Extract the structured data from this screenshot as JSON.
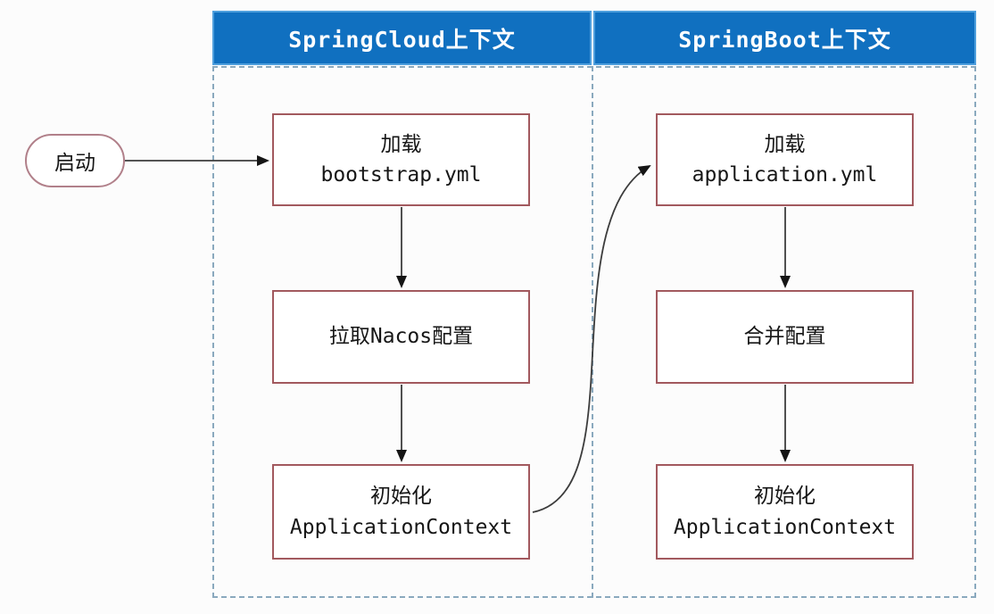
{
  "diagram": {
    "title": "SpringCloud / SpringBoot context startup flow",
    "start_node": {
      "id": "start",
      "label": "启动",
      "shape": "stadium"
    },
    "columns": [
      {
        "id": "springcloud",
        "header": "SpringCloud上下文",
        "nodes": [
          {
            "id": "cloud-load-bootstrap",
            "lines": [
              "加载",
              "bootstrap.yml"
            ]
          },
          {
            "id": "cloud-pull-nacos",
            "lines": [
              "拉取Nacos配置"
            ]
          },
          {
            "id": "cloud-init-context",
            "lines": [
              "初始化",
              "ApplicationContext"
            ]
          }
        ]
      },
      {
        "id": "springboot",
        "header": "SpringBoot上下文",
        "nodes": [
          {
            "id": "boot-load-application",
            "lines": [
              "加载",
              "application.yml"
            ]
          },
          {
            "id": "boot-merge-config",
            "lines": [
              "合并配置"
            ]
          },
          {
            "id": "boot-init-context",
            "lines": [
              "初始化",
              "ApplicationContext"
            ]
          }
        ]
      }
    ],
    "edges": [
      {
        "from": "start",
        "to": "cloud-load-bootstrap",
        "style": "straight"
      },
      {
        "from": "cloud-load-bootstrap",
        "to": "cloud-pull-nacos",
        "style": "straight"
      },
      {
        "from": "cloud-pull-nacos",
        "to": "cloud-init-context",
        "style": "straight"
      },
      {
        "from": "cloud-init-context",
        "to": "boot-load-application",
        "style": "s-curve"
      },
      {
        "from": "boot-load-application",
        "to": "boot-merge-config",
        "style": "straight"
      },
      {
        "from": "boot-merge-config",
        "to": "boot-init-context",
        "style": "straight"
      }
    ],
    "colors": {
      "header_bg": "#1070c0",
      "header_border": "#4e9fdd",
      "header_text": "#ffffff",
      "node_border": "#a2595e",
      "start_border": "#b1808a",
      "container_dashed": "#8aa9be",
      "arrow": "#3c3c3c",
      "text": "#161616",
      "background": "#fcfcfc"
    }
  }
}
